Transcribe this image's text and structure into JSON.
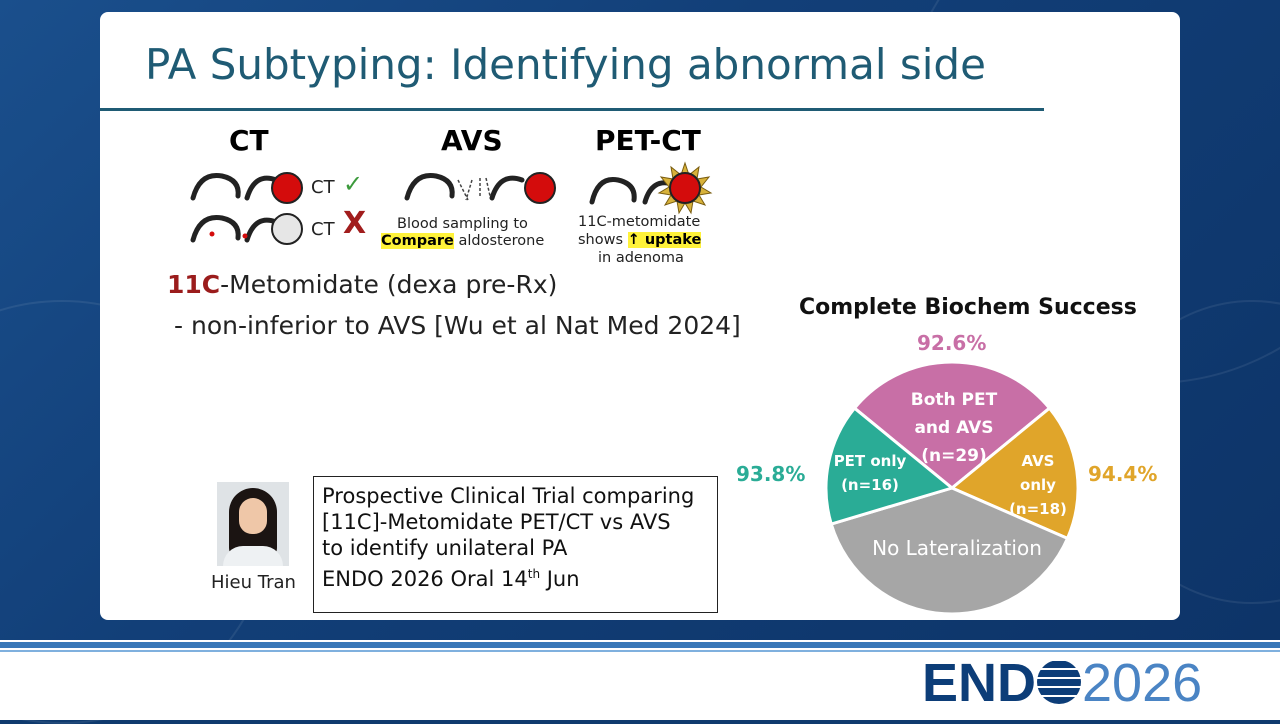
{
  "slide": {
    "title": "PA Subtyping: Identifying abnormal side",
    "methods": {
      "ct": {
        "heading": "CT",
        "row1_label": "CT",
        "row2_label": "CT",
        "ok_mark": "✓",
        "fail_mark": "X"
      },
      "avs": {
        "heading": "AVS",
        "caption_line1": "Blood sampling to",
        "caption_hl": "Compare",
        "caption_line2_rest": " aldosterone"
      },
      "petct": {
        "heading": "PET-CT",
        "caption_line1": "11C-metomidate",
        "caption_line2_pre": "shows ",
        "caption_hl": "↑ uptake",
        "caption_line3": "in adenoma"
      }
    },
    "tracer": {
      "highlight": "11C",
      "rest": "-Metomidate (dexa pre-Rx)",
      "line2": "- non-inferior to AVS [Wu et al Nat Med 2024]"
    },
    "speaker": {
      "name": "Hieu Tran"
    },
    "trial_box": {
      "line1": "Prospective Clinical Trial comparing",
      "line2": "[11C]-Metomidate PET/CT vs AVS",
      "line3": "to identify unilateral PA",
      "line4_pre": "ENDO 2026 Oral 14",
      "line4_sup": "th",
      "line4_post": " Jun"
    }
  },
  "chart_data": {
    "type": "pie",
    "title": "Complete Biochem Success",
    "slices": [
      {
        "label_line1": "Both PET",
        "label_line2": "and AVS",
        "label_line3": "(n=29)",
        "n": 29,
        "color": "#c86fa6",
        "success_pct": "92.6%"
      },
      {
        "label_line1": "AVS",
        "label_line2": "only",
        "label_line3": "(n=18)",
        "n": 18,
        "color": "#e0a52a",
        "success_pct": "94.4%"
      },
      {
        "label_line1": "No Lateralization",
        "n": 40,
        "color": "#a6a6a6"
      },
      {
        "label_line1": "PET only",
        "label_line2": "(n=16)",
        "n": 16,
        "color": "#2aac96",
        "success_pct": "93.8%"
      }
    ],
    "pct_colors": {
      "both": "#c86fa6",
      "avs": "#e0a52a",
      "pet": "#2aac96"
    }
  },
  "footer": {
    "logo_left": "END",
    "logo_right": "2026"
  }
}
